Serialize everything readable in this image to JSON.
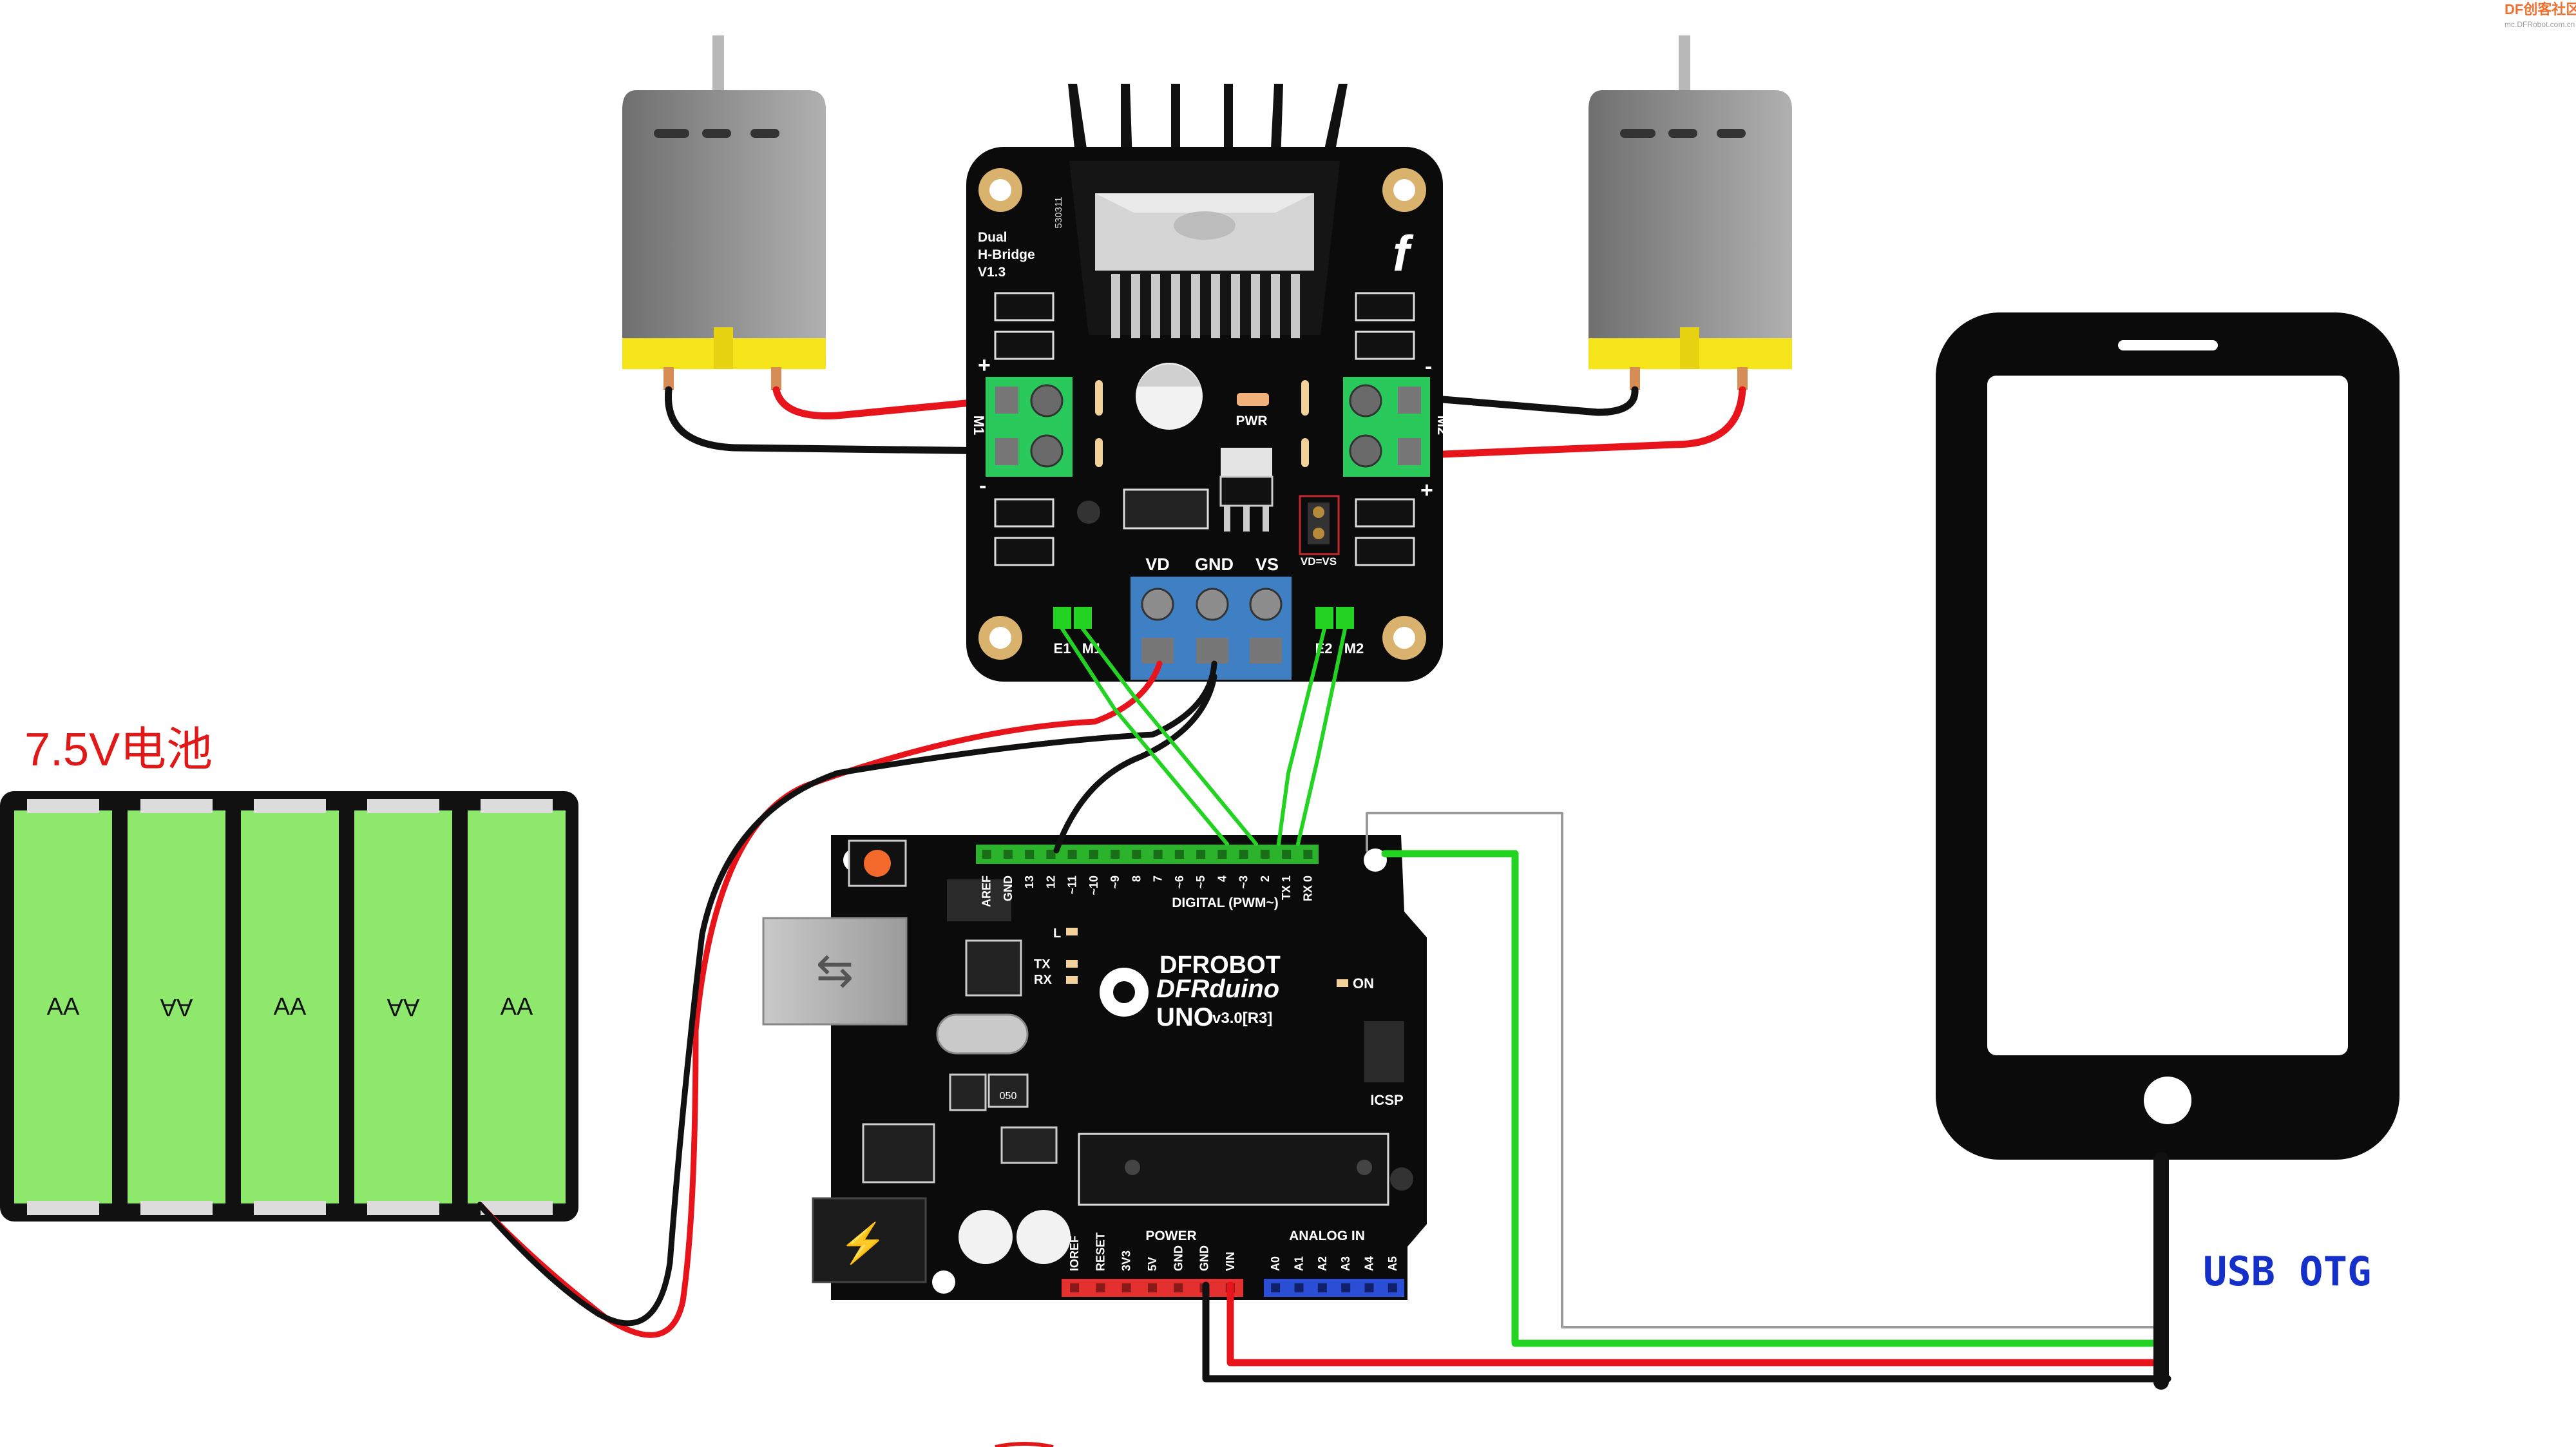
{
  "watermark": {
    "brand": "DF创客社区",
    "url": "mc.DFRobot.com.cn"
  },
  "battery": {
    "label": "7.5V电池",
    "cells": [
      "AA",
      "AA",
      "AA",
      "AA",
      "AA"
    ],
    "cell_color": "#8ee86c"
  },
  "motor_driver": {
    "name_lines": [
      "Dual",
      "H-Bridge",
      "V1.3"
    ],
    "code": "530311",
    "pwr_label": "PWR",
    "jumper_label": "VD=VS",
    "m1_label": "M1",
    "m2_label": "M2",
    "plus": "+",
    "minus": "-",
    "power_terminals": [
      "VD",
      "GND",
      "VS"
    ],
    "left_pins": [
      "E1",
      "M1"
    ],
    "right_pins": [
      "E2",
      "M2"
    ],
    "logo": "f"
  },
  "arduino": {
    "brand": "DFROBOT",
    "model": "DFRduino",
    "version_main": "UNO",
    "version_sub": "v3.0[R3]",
    "digital_label": "DIGITAL (PWM~)",
    "digital_pins": [
      "AREF",
      "GND",
      "13",
      "12",
      "~11",
      "~10",
      "~9",
      "8",
      "7",
      "~6",
      "~5",
      "4",
      "~3",
      "2",
      "TX 1",
      "RX 0"
    ],
    "power_label": "POWER",
    "power_pins": [
      "IOREF",
      "RESET",
      "3V3",
      "5V",
      "GND",
      "GND",
      "VIN"
    ],
    "analog_label": "ANALOG IN",
    "analog_pins": [
      "A0",
      "A1",
      "A2",
      "A3",
      "A4",
      "A5"
    ],
    "leds": [
      "L",
      "TX",
      "RX"
    ],
    "on_label": "ON",
    "icsp_label": "ICSP",
    "chip_label": "050"
  },
  "phone": {
    "label": "USB OTG"
  },
  "colors": {
    "wire_red": "#e8141c",
    "wire_black": "#111111",
    "wire_green": "#22d322",
    "wire_gray": "#9a9a9a",
    "terminal_green": "#29c95b",
    "terminal_blue": "#3f80c4",
    "header_green": "#2bb32b",
    "header_red": "#e53030",
    "header_blue": "#2a4fd6",
    "board_black": "#0b0b0b",
    "label_red": "#e01818",
    "label_blue": "#1530c8"
  }
}
